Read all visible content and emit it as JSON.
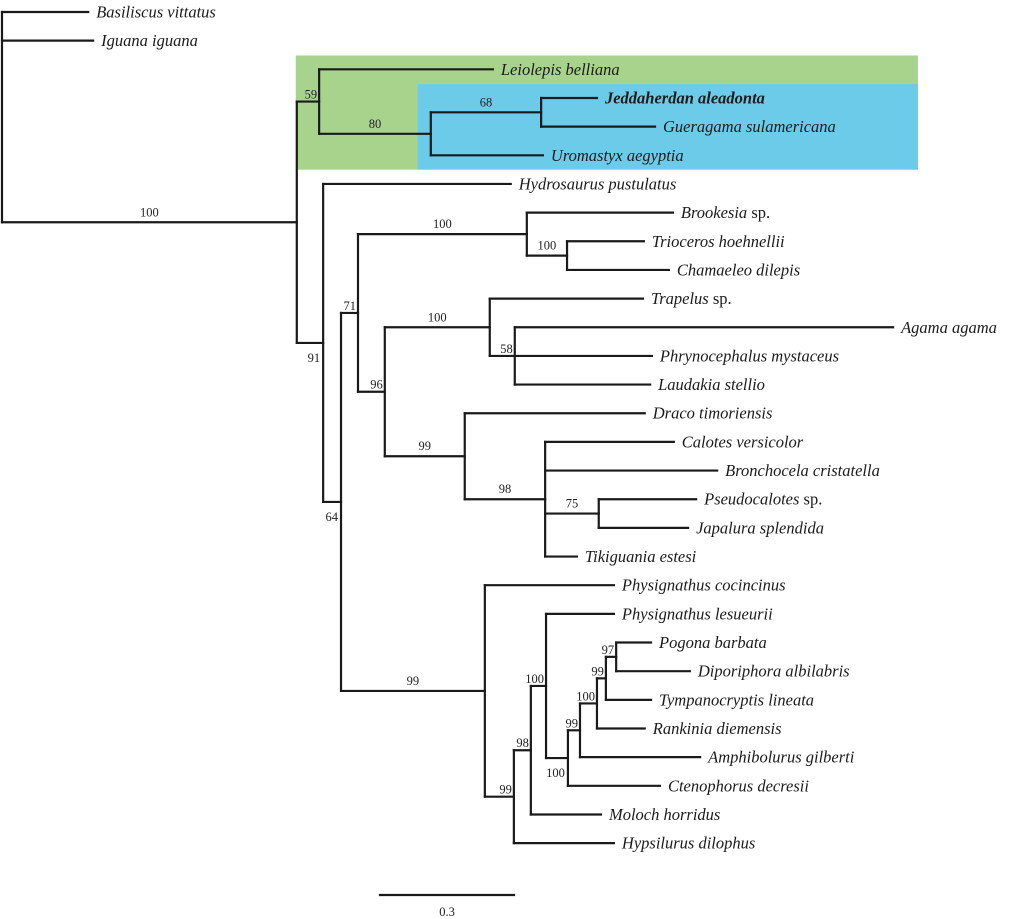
{
  "figure": {
    "type": "phylogenetic-tree",
    "scale_bar": {
      "value": 0.3,
      "label": "0.3"
    },
    "highlight_colors": {
      "outer_clade": "#a8d38d",
      "inner_clade": "#6dcbea"
    },
    "highlights": [
      {
        "name": "outer-clade-highlight",
        "color_key": "outer_clade",
        "from_depth": 0.66,
        "tips": [
          "Leiolepis belliana",
          "Uromastyx aegyptia"
        ]
      },
      {
        "name": "inner-clade-highlight",
        "color_key": "inner_clade",
        "from_depth": 0.933,
        "tips": [
          "Jeddaherdan aleadonta",
          "Uromastyx aegyptia"
        ]
      }
    ]
  },
  "tree": {
    "depth": 0,
    "support": "",
    "children": [
      {
        "tip": "Basiliscus vittatus",
        "depth": 0.193
      },
      {
        "tip": "Iguana iguana",
        "depth": 0.204
      },
      {
        "depth": 0.66,
        "support": "100",
        "support_pos": "branch",
        "children": [
          {
            "depth": 0.71,
            "support": "59",
            "support_pos": "node-left",
            "children": [
              {
                "tip": "Leiolepis belliana",
                "depth": 1.099
              },
              {
                "depth": 0.96,
                "support": "80",
                "support_pos": "branch",
                "children": [
                  {
                    "depth": 1.207,
                    "support": "68",
                    "support_pos": "branch",
                    "children": [
                      {
                        "tip": "Jeddaherdan aleadonta",
                        "depth": 1.332,
                        "bold": true
                      },
                      {
                        "tip": "Gueragama sulamericana",
                        "depth": 1.462
                      }
                    ]
                  },
                  {
                    "tip": "Uromastyx aegyptia",
                    "depth": 1.211
                  }
                ]
              }
            ]
          },
          {
            "depth": 0.719,
            "support": "91",
            "support_pos": "node-below",
            "children": [
              {
                "tip": "Hydrosaurus pustulatus",
                "depth": 1.139
              },
              {
                "depth": 0.759,
                "support": "64",
                "support_pos": "node-below",
                "children": [
                  {
                    "depth": 0.797,
                    "support": "71",
                    "support_pos": "node-left",
                    "children": [
                      {
                        "depth": 1.175,
                        "support": "100",
                        "support_pos": "branch",
                        "children": [
                          {
                            "tip": "Brookesia",
                            "suffix": " sp.",
                            "depth": 1.502
                          },
                          {
                            "depth": 1.265,
                            "support": "100",
                            "support_pos": "branch",
                            "children": [
                              {
                                "tip": "Trioceros hoehnellii",
                                "depth": 1.437
                              },
                              {
                                "tip": "Chamaeleo dilepis",
                                "depth": 1.493
                              }
                            ]
                          }
                        ]
                      },
                      {
                        "depth": 0.857,
                        "support": "96",
                        "support_pos": "node-left",
                        "children": [
                          {
                            "depth": 1.092,
                            "support": "100",
                            "support_pos": "branch",
                            "children": [
                              {
                                "tip": "Trapelus",
                                "suffix": " sp.",
                                "depth": 1.435
                              },
                              {
                                "depth": 1.148,
                                "support": "58",
                                "support_pos": "node-left",
                                "children": [
                                  {
                                    "tip": "Agama agama",
                                    "depth": 1.995
                                  },
                                  {
                                    "tip": "Phrynocephalus mystaceus",
                                    "depth": 1.455
                                  },
                                  {
                                    "tip": "Laudakia stellio",
                                    "depth": 1.451
                                  }
                                ]
                              }
                            ]
                          },
                          {
                            "depth": 1.036,
                            "support": "99",
                            "support_pos": "branch",
                            "children": [
                              {
                                "tip": "Draco timoriensis",
                                "depth": 1.439
                              },
                              {
                                "depth": 1.216,
                                "support": "98",
                                "support_pos": "branch",
                                "children": [
                                  {
                                    "tip": "Calotes versicolor",
                                    "depth": 1.504
                                  },
                                  {
                                    "tip": "Bronchocela cristatella",
                                    "depth": 1.601
                                  },
                                  {
                                    "depth": 1.336,
                                    "support": "75",
                                    "support_pos": "branch",
                                    "children": [
                                      {
                                        "tip": "Pseudocalotes",
                                        "suffix": " sp.",
                                        "depth": 1.554
                                      },
                                      {
                                        "tip": "Japalura splendida",
                                        "depth": 1.536
                                      }
                                    ]
                                  },
                                  {
                                    "tip": "Tikiguania estesi",
                                    "depth": 1.287
                                  }
                                ]
                              }
                            ]
                          }
                        ]
                      }
                    ]
                  },
                  {
                    "depth": 1.081,
                    "support": "99",
                    "support_pos": "branch",
                    "children": [
                      {
                        "tip": "Physignathus cocincinus",
                        "depth": 1.37
                      },
                      {
                        "depth": 1.146,
                        "support": "99",
                        "support_pos": "node-left",
                        "children": [
                          {
                            "depth": 1.184,
                            "support": "98",
                            "support_pos": "node-left",
                            "children": [
                              {
                                "depth": 1.218,
                                "support": "100",
                                "support_pos": "node-left",
                                "children": [
                                  {
                                    "tip": "Physignathus lesueurii",
                                    "depth": 1.37
                                  },
                                  {
                                    "depth": 1.267,
                                    "support": "100",
                                    "support_pos": "node-below",
                                    "children": [
                                      {
                                        "depth": 1.294,
                                        "support": "99",
                                        "support_pos": "node-left",
                                        "children": [
                                          {
                                            "depth": 1.332,
                                            "support": "100",
                                            "support_pos": "node-left",
                                            "children": [
                                              {
                                                "depth": 1.352,
                                                "support": "99",
                                                "support_pos": "node-left",
                                                "children": [
                                                  {
                                                    "depth": 1.375,
                                                    "support": "97",
                                                    "support_pos": "node-left",
                                                    "children": [
                                                      {
                                                        "tip": "Pogona barbata",
                                                        "depth": 1.453
                                                      },
                                                      {
                                                        "tip": "Diporiphora albilabris",
                                                        "depth": 1.54
                                                      }
                                                    ]
                                                  },
                                                  {
                                                    "tip": "Tympanocryptis lineata",
                                                    "depth": 1.453
                                                  }
                                                ]
                                              },
                                              {
                                                "tip": "Rankinia diemensis",
                                                "depth": 1.439
                                              }
                                            ]
                                          },
                                          {
                                            "tip": "Amphibolurus gilberti",
                                            "depth": 1.563
                                          }
                                        ]
                                      },
                                      {
                                        "tip": "Ctenophorus decresii",
                                        "depth": 1.473
                                      }
                                    ]
                                  }
                                ]
                              },
                              {
                                "tip": "Moloch horridus",
                                "depth": 1.341
                              }
                            ]
                          },
                          {
                            "tip": "Hypsilurus dilophus",
                            "depth": 1.37
                          }
                        ]
                      }
                    ]
                  }
                ]
              }
            ]
          }
        ]
      }
    ]
  }
}
